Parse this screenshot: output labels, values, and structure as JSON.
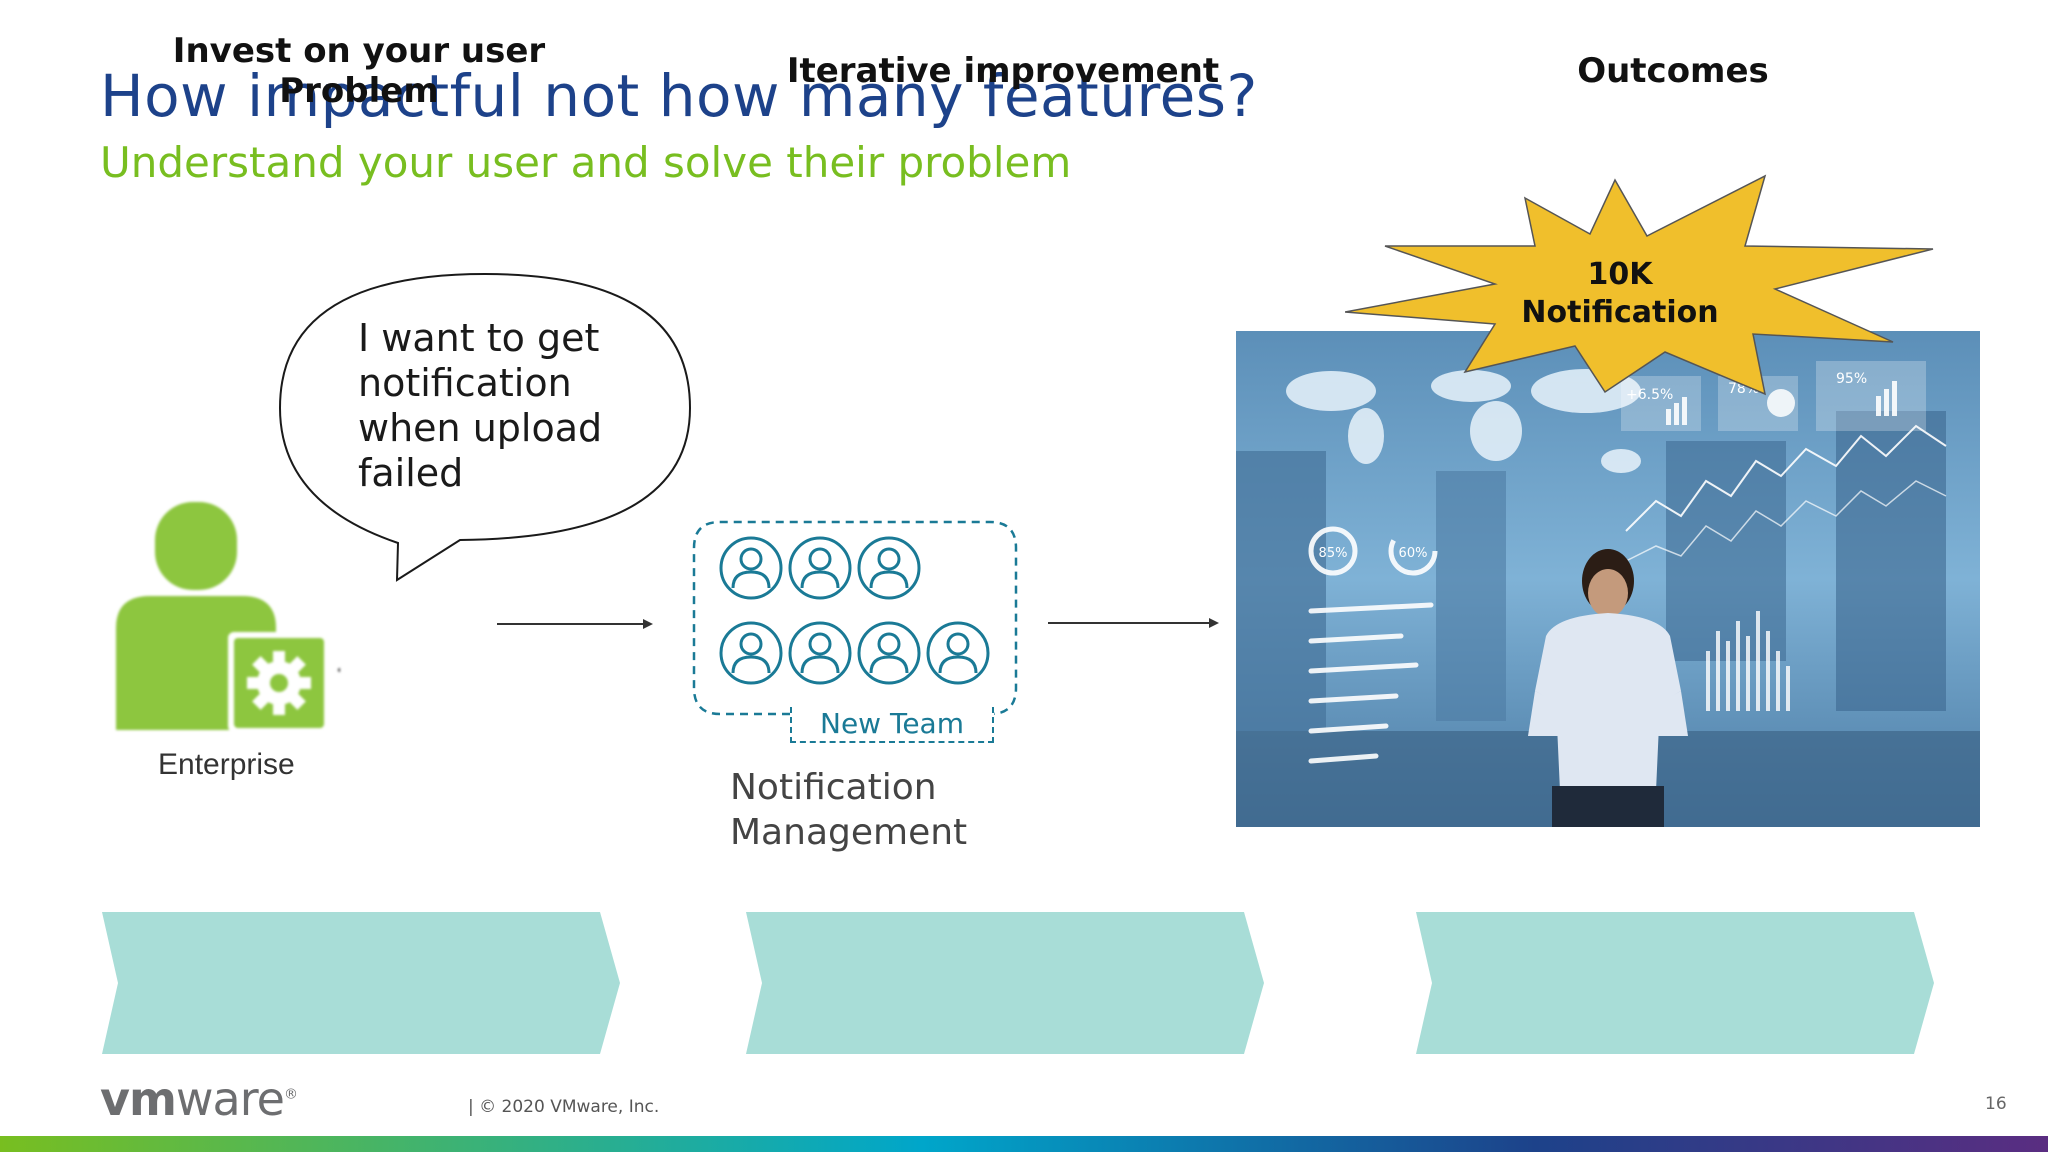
{
  "slide": {
    "title": "How impactful not how many features?",
    "subtitle": "Understand your user and solve their problem"
  },
  "speech_bubble": {
    "lines": [
      "I want to get",
      "notification",
      "when upload",
      "failed"
    ]
  },
  "enterprise": {
    "label": "Enterprise",
    "icon": "user-gear-icon",
    "color": "#8dc63f"
  },
  "team": {
    "badge": "New Team",
    "caption_lines": [
      "Notification",
      "Management"
    ],
    "icon": "person-icon",
    "color": "#1a7a96"
  },
  "outcome": {
    "burst_lines": [
      "10K",
      "Notification"
    ],
    "burst_color": "#f0bf2c",
    "photo_labels": [
      "+6.5%",
      "78%",
      "95%",
      "85%",
      "60%"
    ]
  },
  "banners": [
    {
      "label_lines": [
        "Invest on your user",
        "Problem"
      ]
    },
    {
      "label_lines": [
        "Iterative improvement"
      ]
    },
    {
      "label_lines": [
        "Outcomes"
      ]
    }
  ],
  "banner_color": "#a8ddd7",
  "footer": {
    "logo_bold": "vm",
    "logo_thin": "ware",
    "logo_mark": "®",
    "copyright": "|   © 2020 VMware, Inc.",
    "page_number": "16"
  }
}
